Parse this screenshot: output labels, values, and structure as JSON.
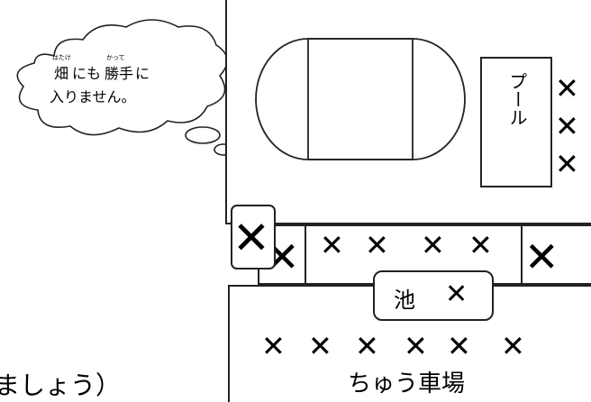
{
  "bubble": {
    "ruby_hatake": "はたけ",
    "kanji_hatake": "畑",
    "text_nimo": "にも",
    "ruby_katte": "かって",
    "kanji_katte": "勝手",
    "text_ni": "に",
    "line2": "入りません。"
  },
  "pool_label": "プール",
  "pond_label": "池",
  "parking_label": "ちゅう車場",
  "caption_fragment": "ましょう）",
  "x_glyph": "✕",
  "colors": {
    "line": "#222222",
    "background": "#ffffff"
  }
}
